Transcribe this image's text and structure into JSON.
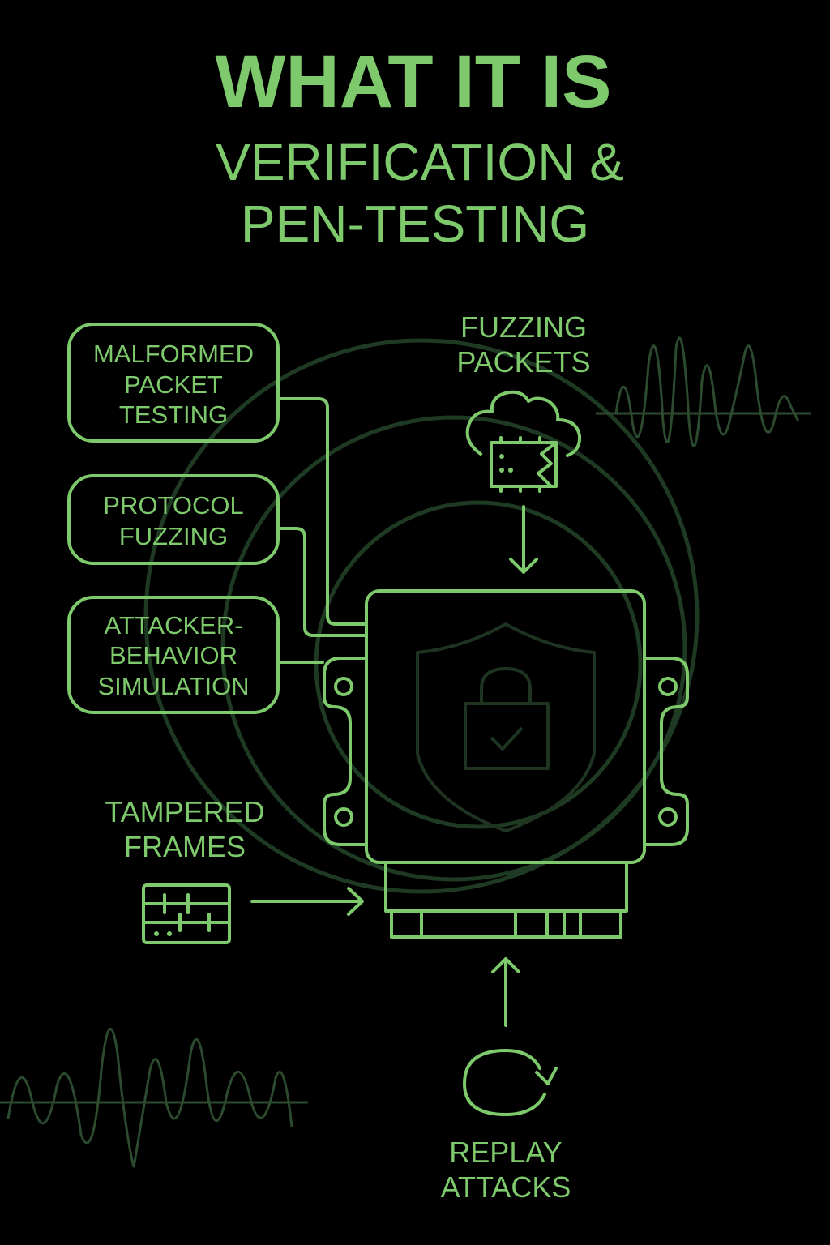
{
  "header": {
    "title": "WHAT IT IS",
    "subtitle_line1": "VERIFICATION &",
    "subtitle_line2": "PEN-TESTING"
  },
  "boxes": [
    {
      "lines": [
        "MALFORMED",
        "PACKET",
        "TESTING"
      ]
    },
    {
      "lines": [
        "PROTOCOL",
        "FUZZING"
      ]
    },
    {
      "lines": [
        "ATTACKER-",
        "BEHAVIOR",
        "SIMULATION"
      ]
    }
  ],
  "labels": {
    "fuzzing": [
      "FUZZING",
      "PACKETS"
    ],
    "tampered": [
      "TAMPERED",
      "FRAMES"
    ],
    "replay": [
      "REPLAY",
      "ATTACKS"
    ]
  },
  "colors": {
    "accent": "#7dc96b",
    "background": "#000000"
  }
}
